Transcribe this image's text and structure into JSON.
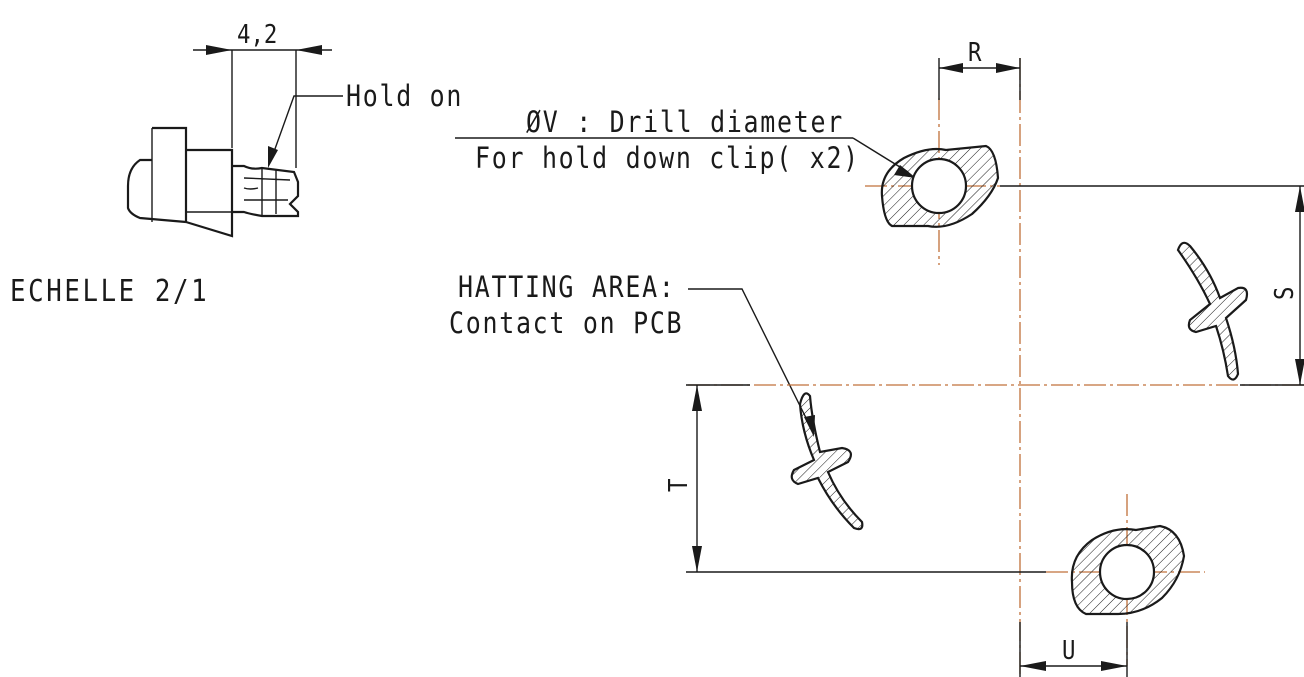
{
  "drawing": {
    "scale_label": "ECHELLE  2/1",
    "dimensions": {
      "clip_width": "4,2",
      "r": "R",
      "s": "S",
      "t": "T",
      "u": "U"
    },
    "notes": {
      "hold_on": "Hold on",
      "drill_line1": "ØV : Drill diameter",
      "drill_line2": "For hold down clip( x2)",
      "hatching_line1": "HATTING AREA:",
      "hatching_line2": "Contact on PCB"
    },
    "colors": {
      "line": "#1a1a1a",
      "centerline": "#c0703a",
      "background": "#ffffff"
    }
  }
}
